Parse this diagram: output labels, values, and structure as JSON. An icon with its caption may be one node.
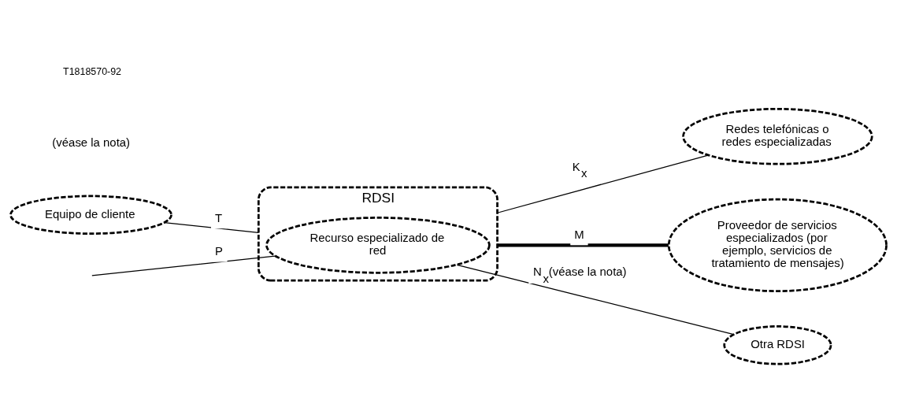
{
  "diagram": {
    "nodes": [
      {
        "text": [
          "RDSI"
        ]
      },
      {
        "text": [
          "Recurso especializado de red"
        ],
        "in": 0
      },
      {
        "text": [
          "Redes telefónicas o redes especializadas"
        ]
      },
      {
        "text": [
          "Proveedor de servicios especializados (por ejemplo, servicios de tratamiento de mensajes)"
        ]
      },
      {
        "text": [
          "Equipo de cliente"
        ]
      },
      {
        "text": [
          "Otra RDSI"
        ]
      }
    ],
    "edges": [
      {
        "from": 4,
        "to": 0,
        "arrow": "none",
        "label": "T"
      },
      {
        "from": null,
        "to": 1,
        "arrow": "none",
        "label": "P"
      },
      {
        "from": 0,
        "to": 2,
        "arrow": "none",
        "label": "K$_{x}$"
      },
      {
        "from": 0,
        "to": 3,
        "arrow": "none",
        "label": "M",
        "style": "thick"
      },
      {
        "from": 1,
        "to": 5,
        "arrow": "none",
        "label": "N$_{x}$(véase la nota)"
      }
    ],
    "labels": [
      "(véase la nota)",
      "T1818570-92"
    ]
  }
}
